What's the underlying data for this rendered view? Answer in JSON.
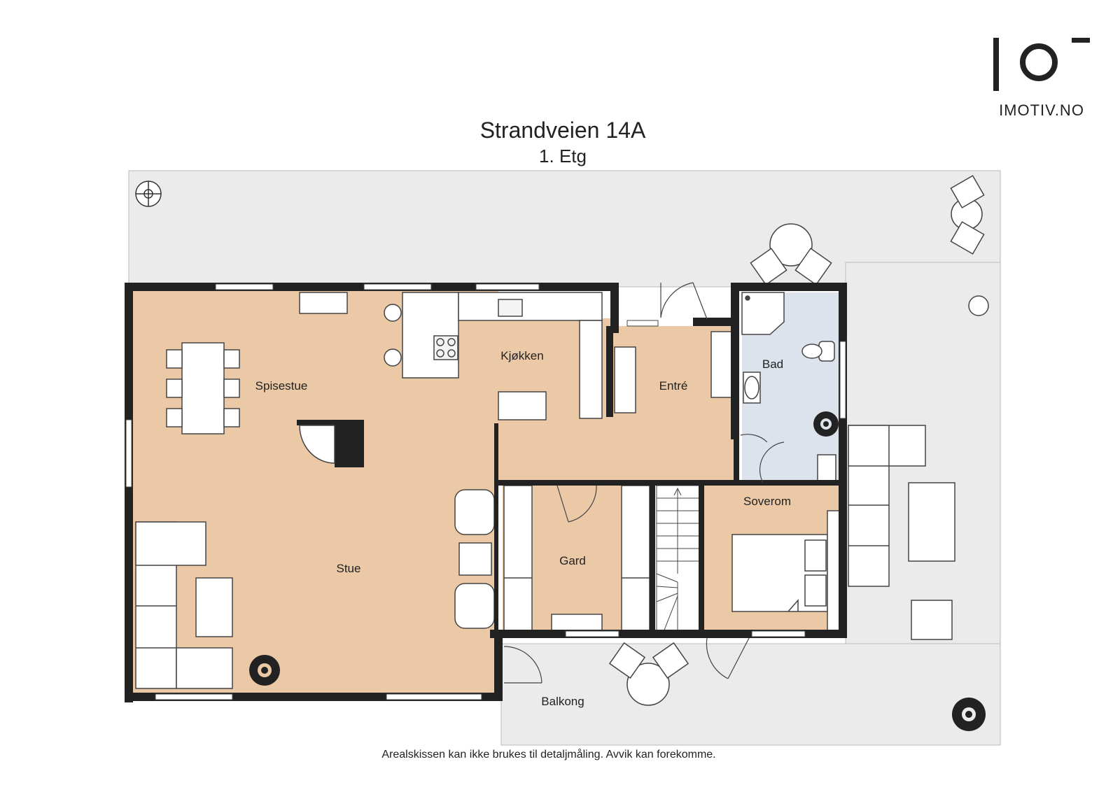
{
  "header": {
    "title": "Strandveien 14A",
    "subtitle": "1. Etg"
  },
  "brand": {
    "name": "IMOTIV.NO"
  },
  "rooms": {
    "spisestue": "Spisestue",
    "kjokken": "Kjøkken",
    "entre": "Entré",
    "bad": "Bad",
    "stue": "Stue",
    "gard": "Gard",
    "soverom": "Soverom",
    "balkong": "Balkong"
  },
  "footer": {
    "disclaimer": "Arealskissen kan ikke brukes til detaljmåling. Avvik kan forekomme."
  },
  "colors": {
    "room_fill": "#ebc9a6",
    "bath_fill": "#dde3ec",
    "terrace_fill": "#ebebeb",
    "wall": "#222222"
  }
}
